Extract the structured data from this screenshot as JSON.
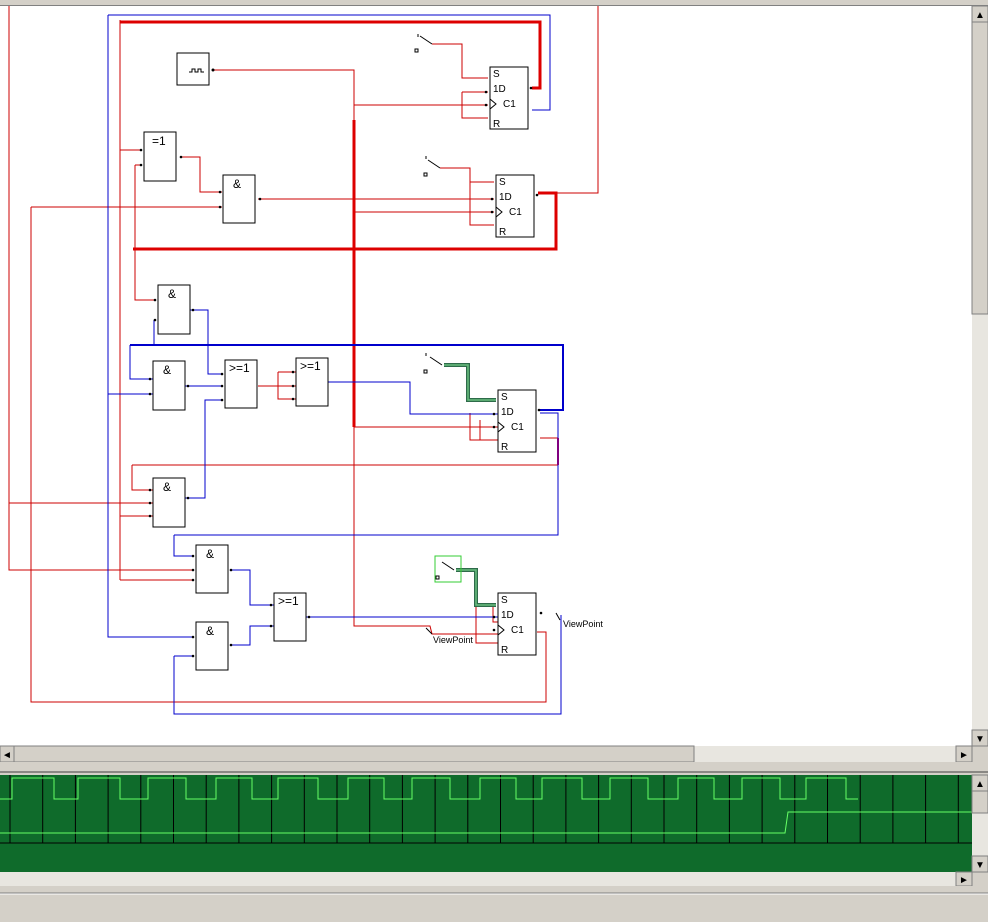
{
  "gates": {
    "xor1": "=1",
    "and1": "&",
    "and2": "&",
    "and3": "&",
    "and4": "&",
    "and5": "&",
    "and6": "&",
    "or1": ">=1",
    "or2": ">=1",
    "or3": ">=1"
  },
  "flipflop_pins": {
    "s": "S",
    "d": "1D",
    "c": "C1",
    "r": "R"
  },
  "probes": {
    "probe1": "ViewPoint",
    "probe2": "ViewPoint"
  },
  "waveform": {
    "colors": {
      "background": "#0f6b2b",
      "grid": "#000000",
      "signal": "#66ff66"
    }
  },
  "scrollbars": {
    "vertical_up": "▲",
    "vertical_down": "▼",
    "horizontal_left": "◄",
    "horizontal_right": "►",
    "wave_up": "▲",
    "wave_down": "▼",
    "wave_right": "►"
  }
}
